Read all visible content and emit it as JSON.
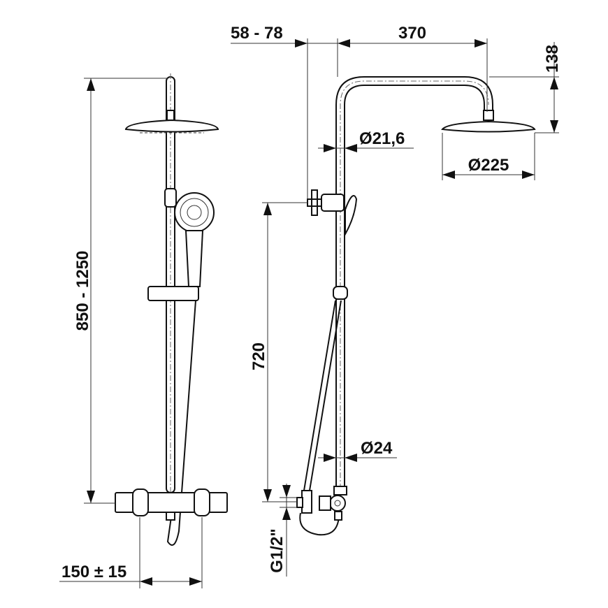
{
  "title": "Shower system dimension drawing",
  "dimensions": {
    "height_range": "850 - 1250",
    "mixer_spacing": "150 ± 15",
    "wall_offset": "58 - 78",
    "arm_length": "370",
    "head_drop": "138",
    "arm_diameter": "Ø21,6",
    "head_diameter": "Ø225",
    "valve_height": "720",
    "pipe_diameter": "Ø24",
    "connection_thread": "G1/2\""
  }
}
